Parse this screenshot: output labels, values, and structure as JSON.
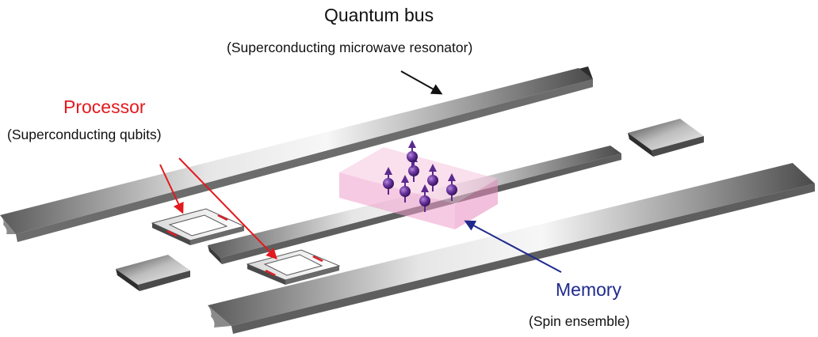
{
  "labels": {
    "bus_title": "Quantum bus",
    "bus_subtitle": "(Superconducting microwave resonator)",
    "processor_title": "Processor",
    "processor_subtitle": "(Superconducting qubits)",
    "memory_title": "Memory",
    "memory_subtitle": "(Spin ensemble)"
  },
  "colors": {
    "processor": "#e3191e",
    "memory": "#1f2a8c",
    "bus": "#111111",
    "cavity_volume": "#f3b6d6",
    "spin": "#5b2a8e",
    "junction": "#d2232a"
  },
  "spin_count": 7
}
